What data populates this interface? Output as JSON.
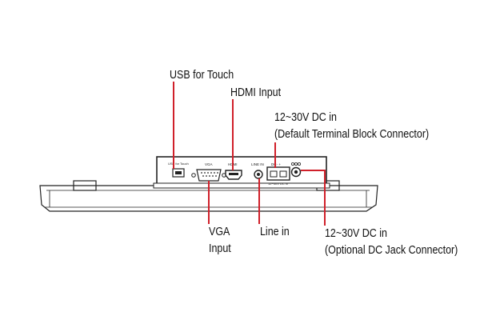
{
  "callouts": {
    "usb_touch": "USB for Touch",
    "hdmi_input": "HDMI Input",
    "dc_terminal_line1": "12~30V DC in",
    "dc_terminal_line2": "(Default Terminal Block Connector)",
    "vga_line1": "VGA",
    "vga_line2": "Input",
    "line_in": "Line in",
    "dc_jack_line1": "12~30V DC in",
    "dc_jack_line2": "(Optional DC Jack Connector)"
  },
  "panel_labels": {
    "usb": "USB for Touch",
    "vga": "VGA",
    "hdmi": "HDMI",
    "line_in": "LINE IN",
    "terminal_polarity": "DC-  +",
    "terminal_rating": "12~30V DC In"
  },
  "colors": {
    "leader_line": "#d0202a",
    "outline": "#222222",
    "text": "#111111"
  }
}
